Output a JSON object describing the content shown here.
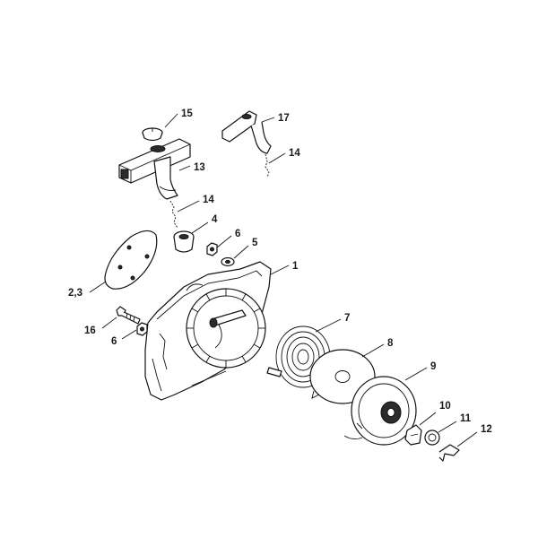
{
  "callouts": {
    "c15": "15",
    "c17": "17",
    "c14a": "14",
    "c13": "13",
    "c14b": "14",
    "c4": "4",
    "c6a": "6",
    "c5": "5",
    "c1": "1",
    "c23": "2,3",
    "c7": "7",
    "c16": "16",
    "c6b": "6",
    "c8": "8",
    "c9": "9",
    "c10": "10",
    "c11": "11",
    "c12": "12"
  }
}
